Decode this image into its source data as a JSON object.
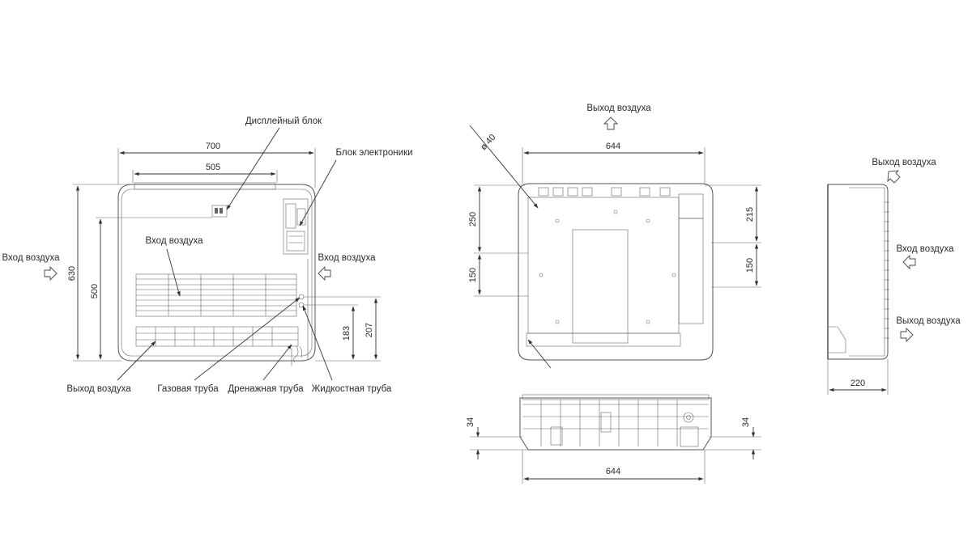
{
  "labels": {
    "display_block": "Дисплейный блок",
    "electronics_block": "Блок электроники",
    "air_inlet_front": "Вход воздуха",
    "air_inlet_left": "Вход воздуха",
    "air_inlet_right": "Вход воздуха",
    "air_outlet_bottom": "Выход воздуха",
    "gas_pipe": "Газовая труба",
    "drain_pipe": "Дренажная труба",
    "liquid_pipe": "Жидкостная труба",
    "air_outlet_top": "Выход воздуха",
    "side_air_outlet_top": "Выход воздуха",
    "side_air_inlet": "Вход воздуха",
    "side_air_outlet_bottom": "Выход воздуха"
  },
  "dimensions": {
    "front_width": "700",
    "front_grille_width": "505",
    "front_height": "630",
    "front_display_height": "500",
    "front_pipe_183": "183",
    "front_pipe_207": "207",
    "rear_width": "644",
    "rear_hole_diameter": "ø 40",
    "rear_250": "250",
    "rear_150_left": "150",
    "rear_215": "215",
    "rear_150_right": "150",
    "bottom_34_left": "34",
    "bottom_34_right": "34",
    "bottom_width": "644",
    "side_depth": "220"
  }
}
